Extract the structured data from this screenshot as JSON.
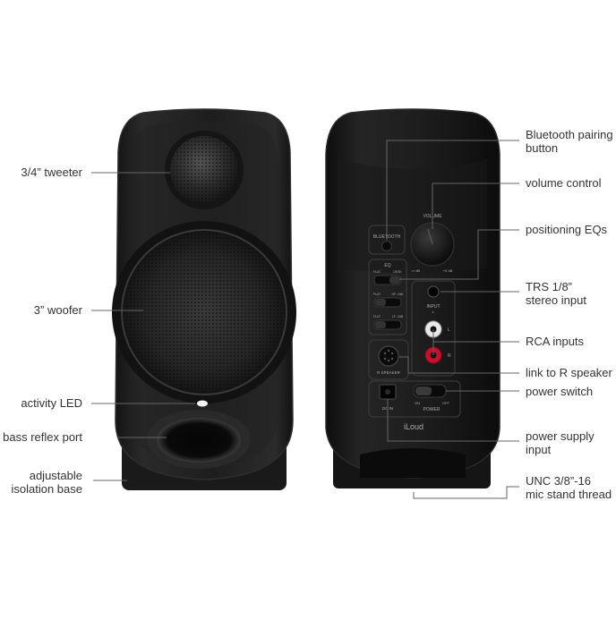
{
  "callouts_left": [
    {
      "id": "tweeter",
      "label": "3/4” tweeter"
    },
    {
      "id": "woofer",
      "label": "3” woofer"
    },
    {
      "id": "led",
      "label": "activity LED"
    },
    {
      "id": "bass-port",
      "label": "bass reflex port"
    },
    {
      "id": "isolation-base",
      "label": "adjustable\nisolation base"
    }
  ],
  "callouts_right": [
    {
      "id": "bluetooth",
      "label": "Bluetooth pairing\nbutton"
    },
    {
      "id": "volume",
      "label": "volume control"
    },
    {
      "id": "eq",
      "label": "positioning EQs"
    },
    {
      "id": "trs",
      "label": "TRS 1/8”\nstereo input"
    },
    {
      "id": "rca",
      "label": "RCA inputs"
    },
    {
      "id": "link",
      "label": "link to R speaker"
    },
    {
      "id": "power-switch",
      "label": "power switch"
    },
    {
      "id": "power-supply",
      "label": "power supply\ninput"
    },
    {
      "id": "mic-thread",
      "label": "UNC 3/8”-16\nmic stand thread"
    }
  ],
  "rear_panel": {
    "bluetooth": "BLUETOOTH",
    "volume": "VOLUME",
    "vol_min": "-∞ dB",
    "vol_max": "+0 dB",
    "eq": "EQ",
    "eq_rows": [
      {
        "left": "FLAT",
        "right": "DESK"
      },
      {
        "left": "FLAT",
        "right": "HF -2dB"
      },
      {
        "left": "FLAT",
        "right": "LF -2dB"
      }
    ],
    "input": "INPUT",
    "input_l_small": "L",
    "rca_l": "L",
    "rca_r": "R",
    "r_speaker": "R SPEAKER",
    "dc_in": "DC IN",
    "on": "ON",
    "off": "OFF",
    "power": "POWER",
    "brand": "iLoud"
  },
  "colors": {
    "cabinet": "#1b1b1b",
    "cabinet_edge": "#2c2c2c",
    "leader": "#666666",
    "label": "#333333",
    "rca_white": "#e8e8e8",
    "rca_red": "#c8102e"
  }
}
